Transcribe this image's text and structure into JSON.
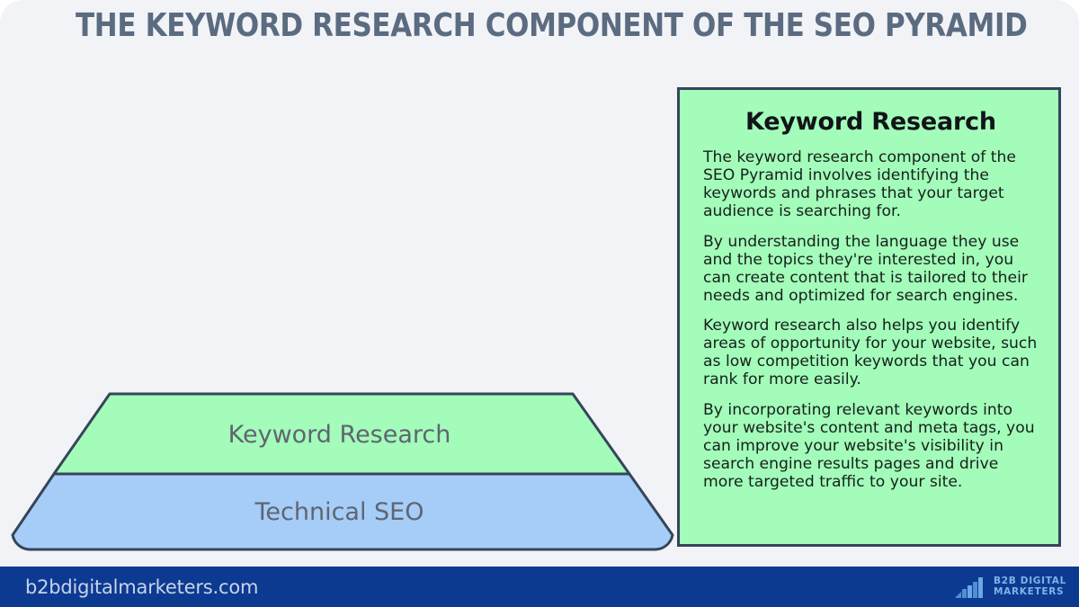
{
  "page": {
    "title": "THE KEYWORD RESEARCH COMPONENT OF THE SEO PYRAMID",
    "background_color": "#f1f3f7",
    "title_color": "#5b6b80"
  },
  "pyramid": {
    "layers": [
      {
        "label": "Keyword Research",
        "fill": "#a3fcb9",
        "stroke": "#36455a"
      },
      {
        "label": "Technical SEO",
        "fill": "#a5cdf7",
        "stroke": "#36455a"
      }
    ]
  },
  "info_panel": {
    "heading": "Keyword Research",
    "background_color": "#a3fcb9",
    "border_color": "#36455a",
    "paragraphs": [
      "The keyword research component of the SEO Pyramid involves identifying the keywords and phrases that your target audience is searching for.",
      "By understanding the language they use and the topics they're interested in, you can create content that is tailored to their needs and optimized for search engines.",
      "Keyword research also helps you identify areas of opportunity for your website, such as low competition keywords that you can rank for more easily.",
      "By incorporating relevant keywords into your website's content and meta tags, you can improve your website's visibility in search engine results pages and drive more targeted traffic to your site."
    ]
  },
  "footer": {
    "site": "b2bdigitalmarketers.com",
    "background_color": "#0d3a91",
    "text_color": "#c7d3ec",
    "logo": {
      "icon": "ascending-bars-icon",
      "line1": "B2B DIGITAL",
      "line2": "MARKETERS",
      "color": "#7fb3e8"
    }
  }
}
